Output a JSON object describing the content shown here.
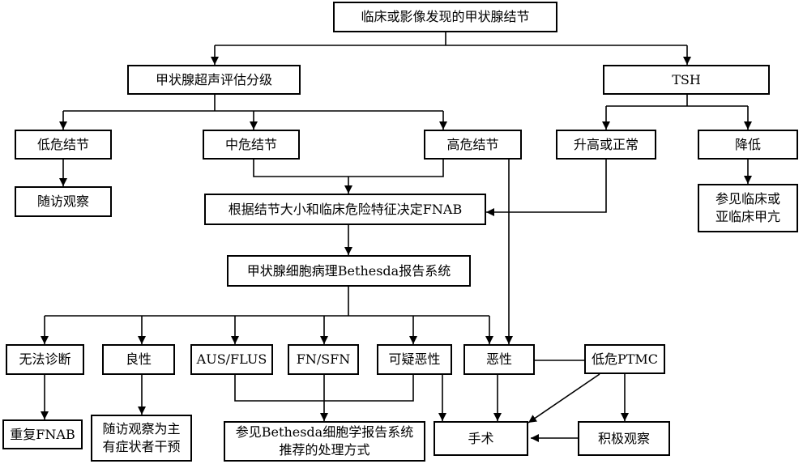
{
  "nodes": {
    "root": "临床或影像发现的甲状腺结节",
    "us_grading": "甲状腺超声评估分级",
    "tsh": "TSH",
    "low_risk": "低危结节",
    "mid_risk": "中危结节",
    "high_risk": "高危结节",
    "tsh_high": "升高或正常",
    "tsh_low": "降低",
    "follow_up": "随访观察",
    "hyper_ref_1": "参见临床或",
    "hyper_ref_2": "亚临床甲亢",
    "fnab_decision": "根据结节大小和临床危险特征决定FNAB",
    "bethesda": "甲状腺细胞病理Bethesda报告系统",
    "nondiagnostic": "无法诊断",
    "benign": "良性",
    "aus_flus": "AUS/FLUS",
    "fn_sfn": "FN/SFN",
    "suspicious": "可疑恶性",
    "malignant": "恶性",
    "low_ptmc": "低危PTMC",
    "repeat_fnab": "重复FNAB",
    "benign_fu_1": "随访观察为主",
    "benign_fu_2": "有症状者干预",
    "bethesda_ref_1": "参见Bethesda细胞学报告系统",
    "bethesda_ref_2": "推荐的处理方式",
    "surgery": "手术",
    "active_surv": "积极观察"
  }
}
